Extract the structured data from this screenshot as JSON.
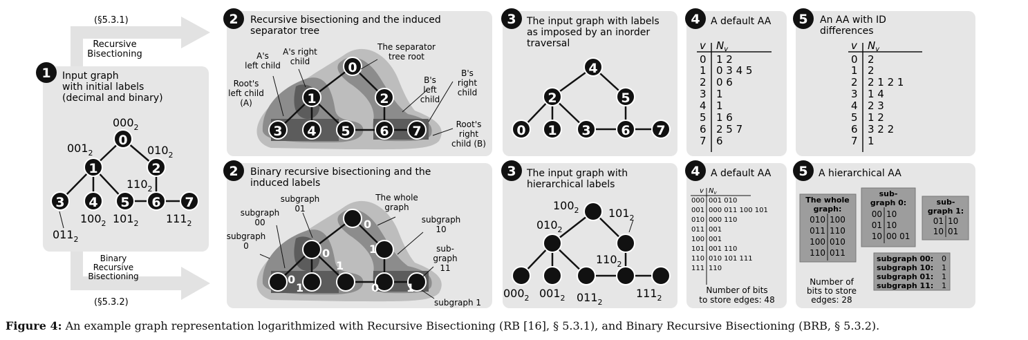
{
  "caption": {
    "label": "Figure 4:",
    "text": "An example graph representation logarithmized with Recursive Bisectioning (RB [16], § 5.3.1), and Binary Recursive Bisectioning (BRB, § 5.3.2)."
  },
  "arrows": {
    "top_ref": "(§5.3.1)",
    "top_line1": "Recursive",
    "top_line2": "Bisectioning",
    "bottom_line1": "Binary",
    "bottom_line2": "Recursive",
    "bottom_line3": "Bisectioning",
    "bottom_ref": "(§5.3.2)"
  },
  "panel1": {
    "number": "1",
    "title": [
      "Input graph",
      "with initial labels",
      "(decimal and binary)"
    ],
    "node_labels": [
      {
        "base": "000",
        "sub": "2"
      },
      {
        "base": "001",
        "sub": "2"
      },
      {
        "base": "010",
        "sub": "2"
      },
      {
        "base": "110",
        "sub": "2"
      },
      {
        "base": "100",
        "sub": "2"
      },
      {
        "base": "101",
        "sub": "2"
      },
      {
        "base": "111",
        "sub": "2"
      },
      {
        "base": "011",
        "sub": "2"
      }
    ]
  },
  "panel2a": {
    "number": "2",
    "title": [
      "Recursive bisectioning and the induced",
      "separator tree"
    ],
    "annotations": {
      "a_left": [
        "A's",
        "left child"
      ],
      "a_right": [
        "A's right",
        "child"
      ],
      "tree_root": [
        "The separator",
        "tree root"
      ],
      "root_left": [
        "Root's",
        "left child",
        "(A)"
      ],
      "b_left": [
        "B's",
        "left",
        "child"
      ],
      "b_right": [
        "B's",
        "right",
        "child"
      ],
      "root_right": [
        "Root's",
        "right",
        "child (B)"
      ]
    }
  },
  "panel2b": {
    "number": "2",
    "title": [
      "Binary recursive bisectioning and the",
      "induced labels"
    ],
    "annotations": {
      "sg01": [
        "subgraph",
        "01"
      ],
      "whole": [
        "The whole",
        "graph"
      ],
      "sg00": [
        "subgraph",
        "00"
      ],
      "sg10": [
        "subgraph",
        "10"
      ],
      "sg0": [
        "subgraph",
        "0"
      ],
      "sg11": [
        "sub-",
        "graph",
        "11"
      ],
      "sg1": "subgraph 1"
    },
    "bits": [
      "0",
      "0",
      "1",
      "1",
      "0",
      "1",
      "0",
      "1"
    ]
  },
  "panel3a": {
    "number": "3",
    "title": [
      "The input graph with labels",
      "as imposed by an inorder",
      "traversal"
    ]
  },
  "panel3b": {
    "number": "3",
    "title": [
      "The input graph with",
      "hierarchical labels"
    ],
    "node_labels": [
      {
        "base": "100",
        "sub": "2"
      },
      {
        "base": "101",
        "sub": "2"
      },
      {
        "base": "010",
        "sub": "2"
      },
      {
        "base": "110",
        "sub": "2"
      },
      {
        "base": "000",
        "sub": "2"
      },
      {
        "base": "001",
        "sub": "2"
      },
      {
        "base": "011",
        "sub": "2"
      },
      {
        "base": "111",
        "sub": "2"
      }
    ]
  },
  "panel4a": {
    "number": "4",
    "title": "A default AA",
    "col_v": "v",
    "col_n": "N",
    "col_n_sub": "v",
    "rows": [
      {
        "v": "0",
        "n": "1 2"
      },
      {
        "v": "1",
        "n": "0 3 4 5"
      },
      {
        "v": "2",
        "n": "0 6"
      },
      {
        "v": "3",
        "n": "1"
      },
      {
        "v": "4",
        "n": "1"
      },
      {
        "v": "5",
        "n": "1 6"
      },
      {
        "v": "6",
        "n": "2 5 7"
      },
      {
        "v": "7",
        "n": "6"
      }
    ]
  },
  "panel4b": {
    "number": "4",
    "title": "A default AA",
    "col_v": "v",
    "col_n": "N",
    "col_n_sub": "v",
    "rows": [
      {
        "v": "000",
        "n": "001 010"
      },
      {
        "v": "001",
        "n": "000 011 100 101"
      },
      {
        "v": "010",
        "n": "000 110"
      },
      {
        "v": "011",
        "n": "001"
      },
      {
        "v": "100",
        "n": "001"
      },
      {
        "v": "101",
        "n": "001 110"
      },
      {
        "v": "110",
        "n": "010 101 111"
      },
      {
        "v": "111",
        "n": "110"
      }
    ],
    "bits_note": [
      "Number of bits",
      "to store edges: 48"
    ]
  },
  "panel5a": {
    "number": "5",
    "title": [
      "An AA with ID",
      "differences"
    ],
    "col_v": "v",
    "col_n": "N",
    "col_n_sub": "v",
    "rows": [
      {
        "v": "0",
        "n": "2"
      },
      {
        "v": "1",
        "n": "2"
      },
      {
        "v": "2",
        "n": "2 1 2 1"
      },
      {
        "v": "3",
        "n": "1 4"
      },
      {
        "v": "4",
        "n": "2 3"
      },
      {
        "v": "5",
        "n": "1 2"
      },
      {
        "v": "6",
        "n": "3 2 2"
      },
      {
        "v": "7",
        "n": "1"
      }
    ]
  },
  "panel5b": {
    "number": "5",
    "title": "A hierarchical AA",
    "whole": {
      "title": [
        "The whole",
        "graph:"
      ],
      "rows": [
        {
          "v": "010",
          "n": "100"
        },
        {
          "v": "011",
          "n": "110"
        },
        {
          "v": "100",
          "n": "010"
        },
        {
          "v": "110",
          "n": "011"
        }
      ]
    },
    "sub0": {
      "title": [
        "sub-",
        "graph 0:"
      ],
      "rows": [
        {
          "v": "00",
          "n": "10"
        },
        {
          "v": "01",
          "n": "10"
        },
        {
          "v": "10",
          "n": "00 01"
        }
      ]
    },
    "sub1": {
      "title": [
        "sub-",
        "graph 1:"
      ],
      "rows": [
        {
          "v": "01",
          "n": "10"
        },
        {
          "v": "10",
          "n": "01"
        }
      ]
    },
    "leaf": [
      {
        "label": "subgraph 00:",
        "value": "0"
      },
      {
        "label": "subgraph 10:",
        "value": "1"
      },
      {
        "label": "subgraph 01:",
        "value": "1"
      },
      {
        "label": "subgraph 11:",
        "value": "1"
      }
    ],
    "bits_note": [
      "Number of",
      "bits to store",
      "edges: 28"
    ]
  }
}
